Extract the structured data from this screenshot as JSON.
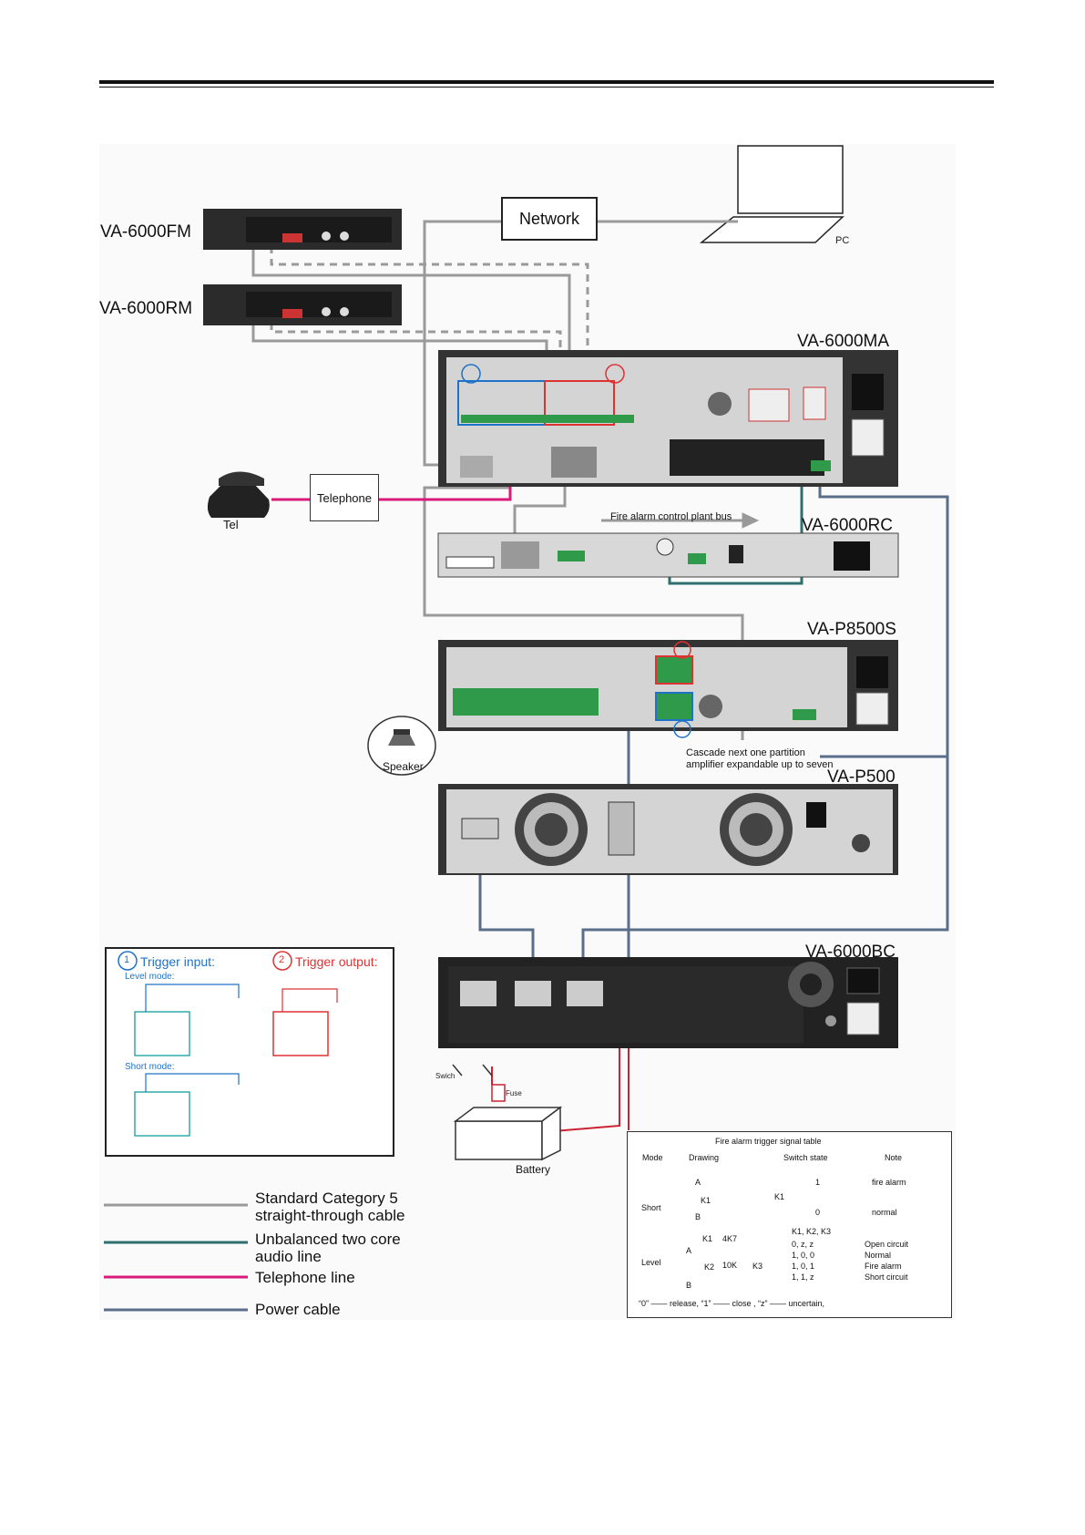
{
  "devices": {
    "fm": "VA-6000FM",
    "rm": "VA-6000RM",
    "ma": "VA-6000MA",
    "rc": "VA-6000RC",
    "p8500s": "VA-P8500S",
    "p500": "VA-P500",
    "bc": "VA-6000BC"
  },
  "boxes": {
    "network": "Network",
    "pc": "PC",
    "telephone": "Telephone",
    "tel": "Tel"
  },
  "annotations": {
    "fire_alarm_bus": "Fire alarm control plant bus",
    "cascade_line1": "Cascade next one partition",
    "cascade_line2": "amplifier expandable up to seven",
    "speaker": "Speaker",
    "switch": "Swich",
    "fuse": "Fuse",
    "battery": "Battery"
  },
  "inset": {
    "trigger_input": "Trigger input:",
    "trigger_output": "Trigger output:",
    "level_mode": "Level mode:",
    "short_mode": "Short mode:",
    "n1": "1",
    "n2": "2"
  },
  "legend": [
    {
      "line1": "Standard Category 5",
      "line2": "straight-through cable",
      "color": "#9a9a9a"
    },
    {
      "line1": "Unbalanced two core",
      "line2": "audio line",
      "color": "#2f6f6f"
    },
    {
      "line1": "Telephone line",
      "line2": "",
      "color": "#d81b7a"
    },
    {
      "line1": "Power cable",
      "line2": "",
      "color": "#5a6e8a"
    }
  ],
  "trigger_table": {
    "title": "Fire alarm trigger signal table",
    "headers": [
      "Mode",
      "Drawing",
      "Switch state",
      "Note"
    ],
    "short": {
      "mode": "Short",
      "k": "K1",
      "a": "A",
      "b": "B",
      "sw": "K1",
      "rows": [
        {
          "state": "1",
          "note": "fire alarm"
        },
        {
          "state": "0",
          "note": "normal"
        }
      ]
    },
    "level": {
      "mode": "Level",
      "k1": "K1",
      "r4k7": "4K7",
      "k2": "K2",
      "r10k": "10K",
      "k3": "K3",
      "a": "A",
      "b": "B",
      "header": "K1, K2, K3",
      "rows": [
        {
          "state": "0,   z,   z",
          "note": "Open  circuit"
        },
        {
          "state": "1,   0,   0",
          "note": "Normal"
        },
        {
          "state": "1,   0,   1",
          "note": "Fire alarm"
        },
        {
          "state": "1,   1,   z",
          "note": "Short circuit"
        }
      ]
    },
    "footnote": "“0” —— release, “1” —— close , “z” —— uncertain,"
  },
  "colors": {
    "cat5": "#9a9a9a",
    "audio": "#2f6f6f",
    "tel": "#d81b7a",
    "power": "#5a6e8a",
    "panel": "#3a3a3a",
    "terminal": "#2e9a4a"
  }
}
